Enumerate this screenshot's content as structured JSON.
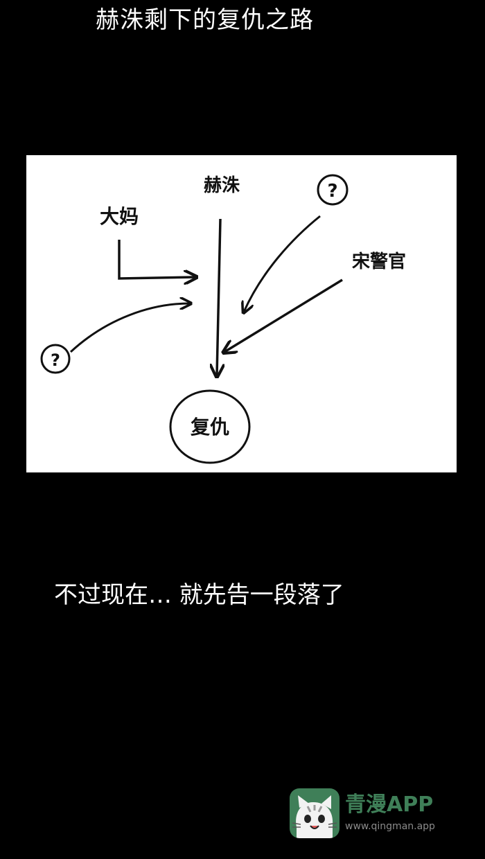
{
  "title": "赫洙剩下的复仇之路",
  "diagram": {
    "top_label": "赫洙",
    "left_label": "大妈",
    "right_label": "宋警官",
    "question_mark": "?",
    "center_label": "复仇"
  },
  "caption": "不过现在… 就先告一段落了",
  "watermark": {
    "brand": "青漫APP",
    "site": "www.qingman.app",
    "icon": "cat-mascot-icon",
    "brand_color": "#3f7f58"
  }
}
